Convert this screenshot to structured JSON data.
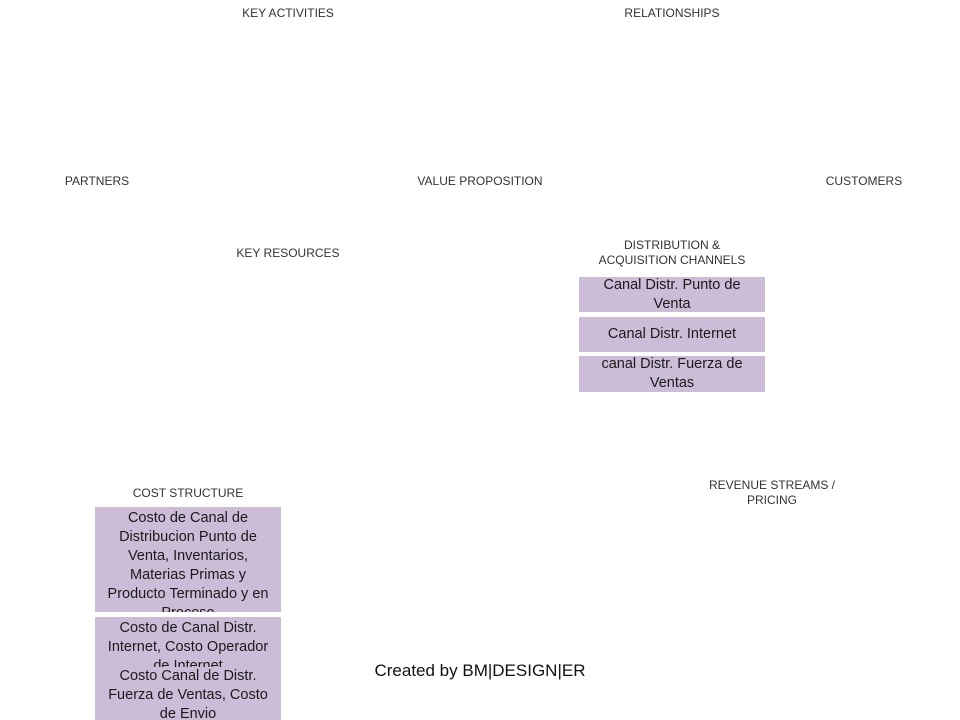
{
  "sections": {
    "key_activities": "KEY ACTIVITIES",
    "relationships": "RELATIONSHIPS",
    "partners": "PARTNERS",
    "value_proposition": "VALUE PROPOSITION",
    "customers": "CUSTOMERS",
    "key_resources": "KEY RESOURCES",
    "distribution_line1": "DISTRIBUTION  &",
    "distribution_line2": "ACQUISITION  CHANNELS",
    "cost_structure": "COST  STRUCTURE",
    "revenue_streams_line1": "REVENUE STREAMS /",
    "revenue_streams_line2": "PRICING"
  },
  "distribution_notes": [
    "Canal Distr. Punto de Venta",
    "Canal Distr. Internet",
    "canal Distr. Fuerza de Ventas"
  ],
  "cost_notes": [
    "Costo de Canal de Distribucion Punto de Venta, Inventarios, Materias Primas y Producto Terminado y en Proceso",
    "Costo de Canal Distr. Internet, Costo Operador de Internet",
    "Costo Canal de Distr. Fuerza de Ventas, Costo de Envio"
  ],
  "footer": "Created by BM|DESIGN|ER",
  "colors": {
    "note_fill": "#cdbcd8",
    "background": "#ffffff"
  }
}
